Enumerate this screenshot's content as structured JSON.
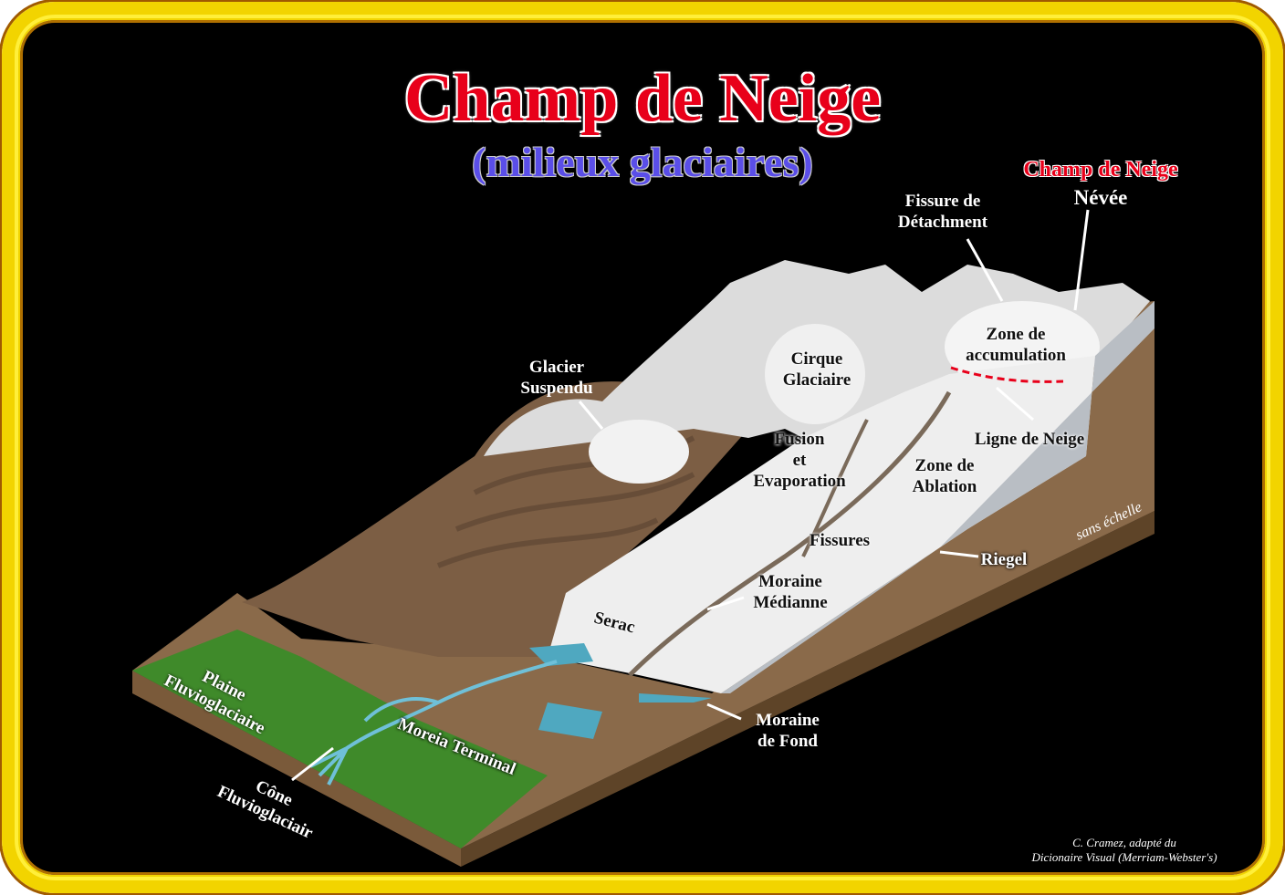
{
  "title": "Champ de Neige",
  "subtitle": "(milieux glaciaires)",
  "labels": {
    "champ_de_neige": "Champ de Neige",
    "nevee": "Névée",
    "fissure_detachment": [
      "Fissure de",
      "Détachment"
    ],
    "zone_accumulation": [
      "Zone de",
      "accumulation"
    ],
    "cirque_glaciaire": [
      "Cirque",
      "Glaciaire"
    ],
    "glacier_suspendu": [
      "Glacier",
      "Suspendu"
    ],
    "fusion_evaporation": [
      "Fusion",
      "et",
      "Evaporation"
    ],
    "ligne_de_neige": "Ligne de Neige",
    "zone_ablation": [
      "Zone de",
      "Ablation"
    ],
    "fissures": "Fissures",
    "sans_echelle": "sans échelle",
    "riegel": "Riegel",
    "moraine_medianne": [
      "Moraine",
      "Médianne"
    ],
    "serac": "Serac",
    "plaine_fluvioglaciaire": [
      "Plaine",
      "Fluvioglaciaire"
    ],
    "moreia_terminal": "Moreia Terminal",
    "moraine_de_fond": [
      "Moraine",
      "de Fond"
    ],
    "cone_fluvioglaciair": [
      "Cône",
      "Fluvioglaciair"
    ]
  },
  "credit": [
    "C. Cramez, adapté du",
    "Dicionaire Visual (Merriam-Webster's)"
  ],
  "colors": {
    "frame": "#f2d400",
    "title": "#e8001a",
    "subtitle": "#5a4ee8",
    "snowline": "#e8001a"
  }
}
